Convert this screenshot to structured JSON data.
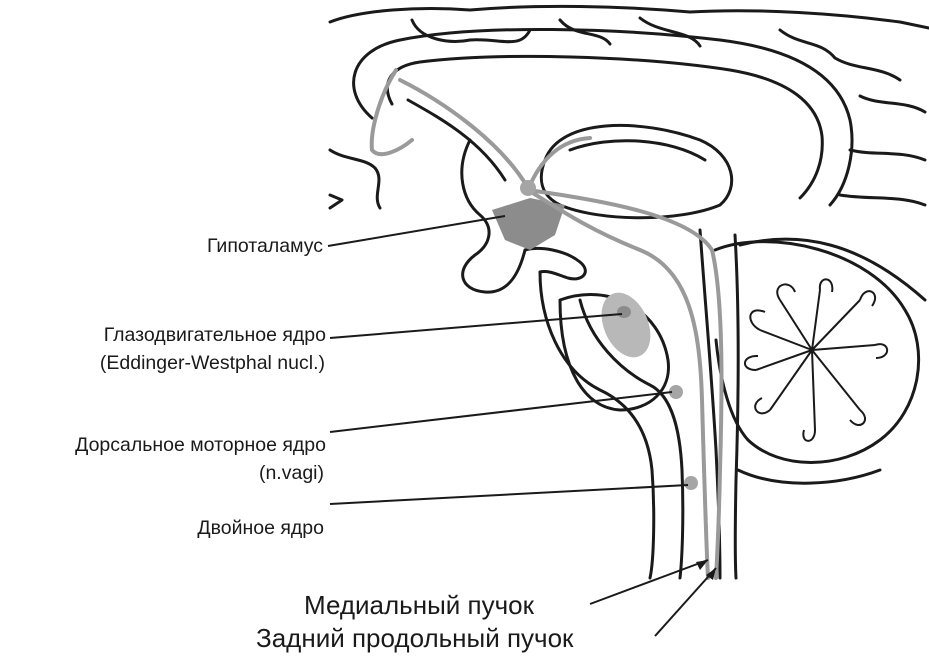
{
  "labels": {
    "hypothalamus": "Гипоталамус",
    "oculomotor": "Глазодвигательное ядро",
    "oculomotor_sub": "(Eddinger-Westphal nucl.)",
    "dorsal_vagus": "Дорсальное моторное ядро",
    "dorsal_vagus_sub": "(n.vagi)",
    "ambiguus": "Двойное ядро",
    "medial_bundle": "Медиальный пучок",
    "posterior_fasciculus": "Задний продольный пучок"
  },
  "colors": {
    "line": "#1a1a1a",
    "tract": "#9a9a9a",
    "region": "#8c8c8c",
    "nucleus": "#a5a5a5",
    "background": "#ffffff"
  }
}
